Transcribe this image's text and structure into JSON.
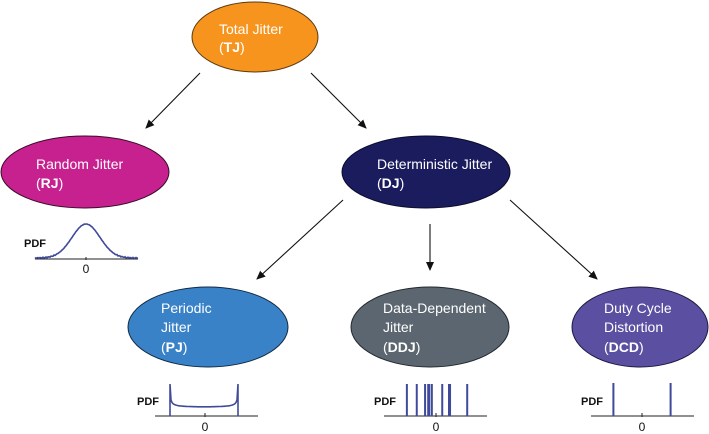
{
  "nodes": {
    "tj": {
      "line1": "Total Jitter",
      "abbr": "TJ",
      "color": "#F7941D"
    },
    "rj": {
      "line1": "Random Jitter",
      "abbr": "RJ",
      "color": "#C6218F"
    },
    "dj": {
      "line1": "Deterministic Jitter",
      "abbr": "DJ",
      "color": "#1B1C5E"
    },
    "pj": {
      "line1": "Periodic",
      "line2": "Jitter",
      "abbr": "PJ",
      "color": "#3A82C8"
    },
    "ddj": {
      "line1": "Data-Dependent",
      "line2": "Jitter",
      "abbr": "DDJ",
      "color": "#5C6670"
    },
    "dcd": {
      "line1": "Duty Cycle",
      "line2": "Distortion",
      "abbr": "DCD",
      "color": "#5A4FA1"
    }
  },
  "edges": [
    {
      "from": "TJ",
      "to": "RJ"
    },
    {
      "from": "TJ",
      "to": "DJ"
    },
    {
      "from": "DJ",
      "to": "PJ"
    },
    {
      "from": "DJ",
      "to": "DDJ"
    },
    {
      "from": "DJ",
      "to": "DCD"
    }
  ],
  "pdf_plots": {
    "ylabel": "PDF",
    "xlabel": "0",
    "line_color": "#3F4A9A",
    "rj": {
      "shape": "gaussian"
    },
    "pj": {
      "shape": "dual-dirac bathtub (sinusoidal)"
    },
    "ddj": {
      "shape": "discrete impulses",
      "impulse_offsets_rel": [
        -0.56,
        -0.37,
        -0.21,
        -0.15,
        -0.13,
        -0.08,
        0.12,
        0.25,
        0.27,
        0.6
      ]
    },
    "dcd": {
      "shape": "two impulses",
      "impulse_offsets_rel": [
        -0.55,
        0.55
      ]
    }
  }
}
